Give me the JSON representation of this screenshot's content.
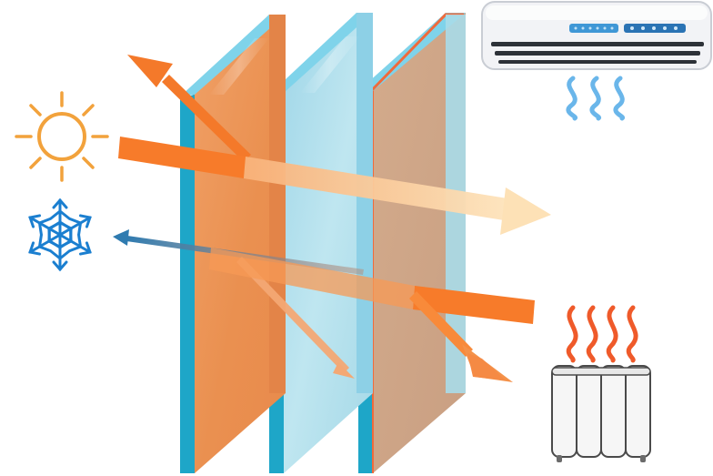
{
  "colors": {
    "background": "#ffffff",
    "pane_edge": "#1ea6c8",
    "pane_edge_top": "#6fd0ea",
    "pane_orange": "#ec9758",
    "pane_blue": "#a9dbe9",
    "pane_tan": "#cfa78a",
    "pane_tan_border": "#f06a3c",
    "heat_arrow": "#f77b2a",
    "light_arrow": "#fde1b6",
    "cold_arrow": "#2f7bb0",
    "sun": "#f2a23c",
    "snowflake": "#1b7fd0",
    "cool_air": "#6ab6ea",
    "heat_wave": "#ef5a2a",
    "ac_body": "#eceef2",
    "ac_display": "#3f97d6",
    "radiator": "#f4f4f4"
  },
  "icons": {
    "sun": "sun-icon",
    "snowflake": "snowflake-icon",
    "air_conditioner": "air-conditioner-icon",
    "radiator": "radiator-icon",
    "cool_air_waves": "cool-air-waves-icon",
    "heat_waves": "heat-waves-icon"
  },
  "glass_panes": [
    {
      "id": "pane-outer",
      "tint": "orange"
    },
    {
      "id": "pane-middle",
      "tint": "blue"
    },
    {
      "id": "pane-inner",
      "tint": "tan"
    }
  ],
  "arrows": [
    "incoming-solar-arrow",
    "reflected-solar-arrow",
    "transmitted-light-arrow",
    "indoor-heat-arrow",
    "heat-reflected-down-arrow",
    "heat-to-radiator-arrow",
    "cold-escape-arrow"
  ]
}
